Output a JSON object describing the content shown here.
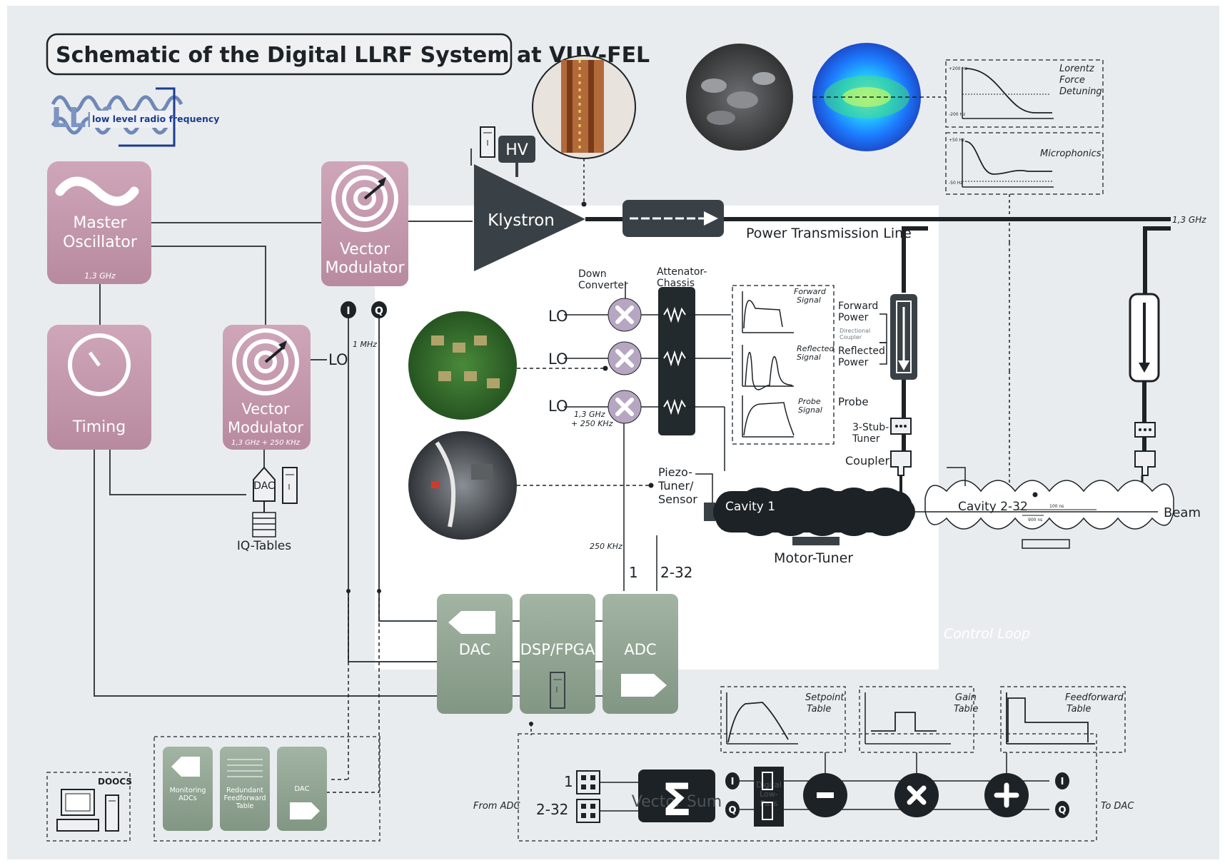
{
  "title": "Schematic of the Digital LLRF System at VUV-FEL",
  "logo": {
    "prefix": "LLrf",
    "text": "low level radio frequency"
  },
  "colors": {
    "background": "#e9ecef",
    "white_panel": "#ffffff",
    "mauve": "#c79bb0",
    "mauve_dark": "#ad7d93",
    "green_gray": "#93a694",
    "dark": "#1d2226",
    "slate": "#3a4146",
    "lavender": "#b6a6c2",
    "plot_blue": "#1a66e0"
  },
  "blocks": {
    "master_oscillator": {
      "line1": "Master",
      "line2": "Oscillator",
      "freq": "1,3 GHz"
    },
    "timing": {
      "label": "Timing"
    },
    "vm_top": {
      "line1": "Vector",
      "line2": "Modulator"
    },
    "vm_low": {
      "line1": "Vector",
      "line2": "Modulator",
      "freq": "1,3 GHz + 250 KHz"
    },
    "dac_small": "DAC",
    "iq_tables": "IQ-Tables",
    "hv": "HV",
    "klystron": "Klystron",
    "lo_vm": "LO",
    "freq_1mhz": "1 MHz",
    "vm_port_i": "I",
    "vm_port_q": "Q"
  },
  "rf_chain": {
    "down_converter": "Down Converter",
    "attenuator": "Attenator- Chassis",
    "lo": [
      "LO",
      "LO",
      "LO"
    ],
    "lo_freq": "1,3 GHz + 250 KHz",
    "if_freq": "250 KHz",
    "ch1": "1",
    "ch2": "2-32"
  },
  "signals": {
    "forward": "Forward Signal",
    "reflected": "Reflected Signal",
    "probe": "Probe Signal",
    "forward_power": "Forward Power",
    "directional_coupler": "Directional Coupler",
    "reflected_power": "Reflected Power",
    "probe_label": "Probe"
  },
  "transmission": {
    "line": "Power Transmission Line",
    "freq_out": "1,3 GHz",
    "stub_tuner": "3-Stub- Tuner",
    "coupler": "Coupler",
    "piezo": "Piezo- Tuner/ Sensor"
  },
  "cavities": {
    "cavity1": "Cavity 1",
    "motor_tuner": "Motor-Tuner",
    "cavity_2_32": "Cavity 2-32",
    "beam": "Beam",
    "dim1": "100 ns",
    "dim2": "900 ns",
    "control_loop": "Control Loop"
  },
  "plots": {
    "lorentz": "Lorentz Force Detuning",
    "microphonics": "Microphonics",
    "lorentz_ytop": "+200 Hz",
    "lorentz_ybot": "-200 Hz",
    "micro_ytop": "+50 Hz",
    "micro_ybot": "-50 Hz"
  },
  "digital": {
    "dac": "DAC",
    "dsp": "DSP/FPGA",
    "adc": "ADC"
  },
  "doocs": {
    "label": "DOOCS",
    "monitoring": "Monitoring ADCs",
    "redundant": "Redundant Feedforward Table",
    "dac": "DAC"
  },
  "controller": {
    "setpoint": "Setpoint Table",
    "gain": "Gain Table",
    "feedforward": "Feedforward Table",
    "in1": "1",
    "in2": "2-32",
    "vector_sum": "Vector Sum",
    "digital_lowpass": "Digital Low-Pass",
    "from_adc": "From ADC",
    "to_dac": "To DAC",
    "out_i": "I",
    "out_q": "Q"
  }
}
